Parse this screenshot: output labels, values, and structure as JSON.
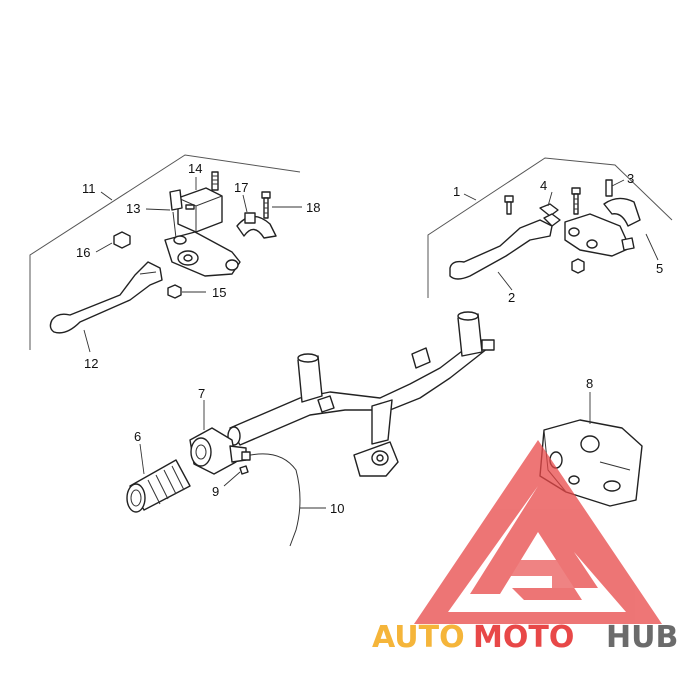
{
  "callouts": {
    "c1": "1",
    "c2": "2",
    "c3": "3",
    "c4": "4",
    "c5": "5",
    "c6": "6",
    "c7": "7",
    "c8": "8",
    "c9": "9",
    "c10": "10",
    "c11": "11",
    "c12": "12",
    "c13": "13",
    "c14": "14",
    "c15": "15",
    "c16": "16",
    "c17": "17",
    "c18": "18"
  },
  "watermark": {
    "part1": "AUTO",
    "part2": "MOTO",
    "part3": "HUB",
    "colors": {
      "auto": "#f5b53a",
      "moto": "#e84848",
      "hub": "#6b6b6b",
      "triangle": "#e84848"
    }
  }
}
